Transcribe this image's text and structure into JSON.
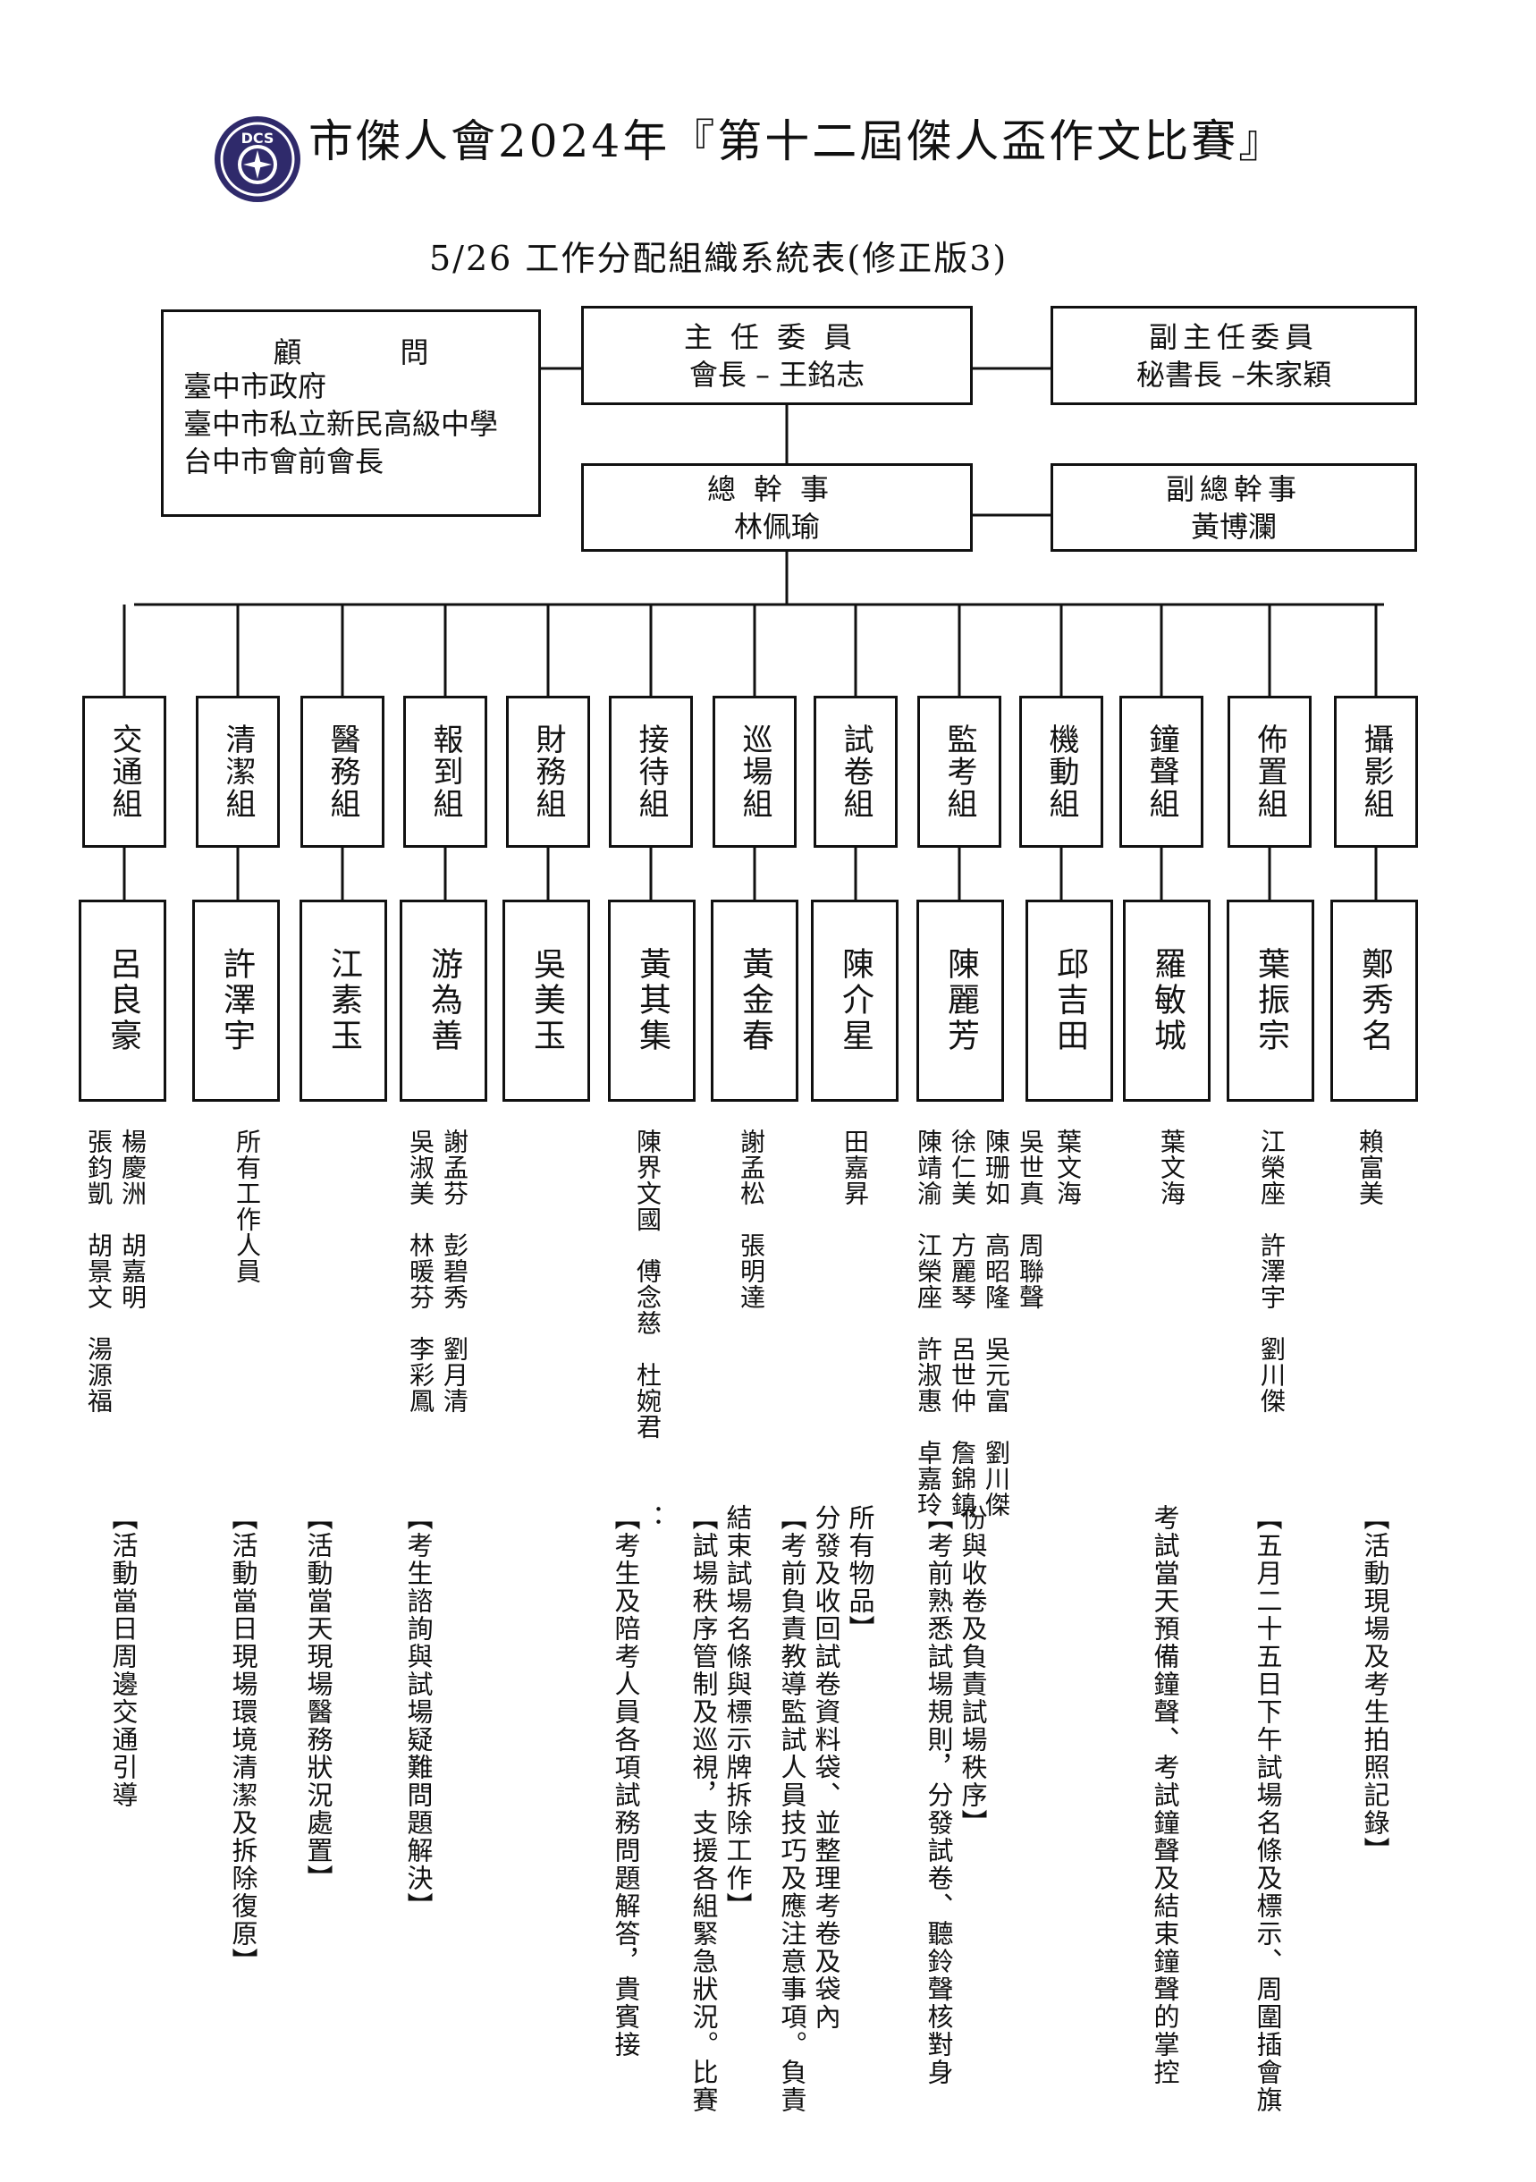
{
  "header": {
    "logo_text": "DCS",
    "title": "市傑人會2024年『第十二屆傑人盃作文比賽』",
    "subtitle": "5/26  工作分配組織系統表(修正版3)"
  },
  "advisor": {
    "heading": "顧問",
    "lines": [
      "臺中市政府",
      "臺中市私立新民高級中學",
      "台中市會前會長"
    ]
  },
  "chair": {
    "title": "主任委員",
    "name": "會長 – 王銘志"
  },
  "vice_chair": {
    "title": "副主任委員",
    "name": "秘書長 –朱家穎"
  },
  "secretary": {
    "title": "總幹事",
    "name": "林佩瑜"
  },
  "vice_secretary": {
    "title": "副總幹事",
    "name": "黃博瀾"
  },
  "groups": [
    {
      "name": "交通組",
      "leader": "呂良豪",
      "members": [
        "張鈞凱　胡景文　湯源福",
        "楊慶洲　胡嘉明"
      ],
      "duty": [
        "【活動當日周邊交通引導"
      ]
    },
    {
      "name": "清潔組",
      "leader": "許澤宇",
      "members": [
        "所有工作人員"
      ],
      "duty": [
        "【活動當日現場環境清潔及拆除復原】"
      ]
    },
    {
      "name": "醫務組",
      "leader": "江素玉",
      "members": [],
      "duty": [
        "【活動當天現場醫務狀況處置】"
      ]
    },
    {
      "name": "報到組",
      "leader": "游為善",
      "members": [
        "吳淑美　林暖芬　李彩鳳",
        "謝孟芬　彭碧秀　劉月清"
      ],
      "duty": [
        "【考生諮詢與試場疑難問題解決】"
      ]
    },
    {
      "name": "財務組",
      "leader": "吳美玉",
      "members": [],
      "duty": []
    },
    {
      "name": "接待組",
      "leader": "黃其集",
      "members": [
        "陳界文國　傅念慈　杜婉君"
      ],
      "duty": [
        "【考生及陪考人員各項試務問題解答，貴賓接",
        "："
      ]
    },
    {
      "name": "巡場組",
      "leader": "黃金春",
      "members": [
        "謝孟松　張明達"
      ],
      "duty": [
        "【試場秩序管制及巡視，支援各組緊急狀況。比賽",
        "結束試場名條與標示牌拆除工作】"
      ]
    },
    {
      "name": "試卷組",
      "leader": "陳介星",
      "members": [
        "田嘉昇"
      ],
      "duty": [
        "【考前負責教導監試人員技巧及應注意事項。負責",
        "分發及收回試卷資料袋、並整理考卷及袋內",
        "所有物品】"
      ]
    },
    {
      "name": "監考組",
      "leader": "陳麗芳",
      "members": [
        "陳靖渝　江榮座　許淑惠　卓嘉玲",
        "徐仁美　方麗琴　呂世仲　詹錦鎮",
        "陳珊如　高昭隆　吳元富　劉川傑",
        "吳世真　周聯聲"
      ],
      "duty": [
        "【考前熟悉試場規則，分發試卷、聽鈴聲核對身",
        "份與收卷及負責試場秩序】"
      ]
    },
    {
      "name": "機動組",
      "leader": "邱吉田",
      "members": [
        "葉文海"
      ],
      "duty": []
    },
    {
      "name": "鐘聲組",
      "leader": "羅敏城",
      "members": [
        "葉文海"
      ],
      "duty": [
        "考試當天預備鐘聲、考試鐘聲及結束鐘聲的掌控"
      ]
    },
    {
      "name": "佈置組",
      "leader": "葉振宗",
      "members": [
        "江榮座　許澤宇　劉川傑"
      ],
      "duty": [
        "【五月二十五日下午試場名條及標示、周圍插會旗"
      ]
    },
    {
      "name": "攝影組",
      "leader": "鄭秀名",
      "members": [
        "賴富美"
      ],
      "duty": [
        "【活動現場及考生拍照記錄】"
      ]
    }
  ]
}
